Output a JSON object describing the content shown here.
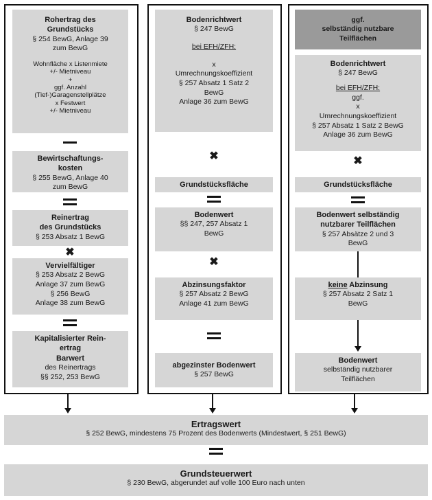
{
  "col1": {
    "rohertrag": {
      "title": [
        "Rohertrag des",
        "Grundstücks"
      ],
      "ref": [
        "§ 254 BewG, Anlage 39",
        "zum BewG"
      ],
      "formula": [
        "Wohnfläche x Listenmiete",
        "+/- Mietniveau",
        "+",
        "ggf. Anzahl",
        "(Tief-)Garagenstellplätze",
        "x Festwert",
        "+/- Mietniveau"
      ]
    },
    "minus_operator": "–",
    "bewirtschaftung": {
      "title": [
        "Bewirtschaftungs-",
        "kosten"
      ],
      "ref": [
        "§ 255 BewG, Anlage 40",
        "zum BewG"
      ]
    },
    "reinertrag": {
      "title": [
        "Reinertrag",
        "des Grundstücks"
      ],
      "ref": [
        "§ 253 Absatz 1 BewG"
      ]
    },
    "times_operator": "✖",
    "vervielfaeltiger": {
      "title": [
        "Vervielfältiger"
      ],
      "ref": [
        "§ 253 Absatz 2 BewG",
        "Anlage 37 zum BewG",
        "§ 256 BewG",
        "Anlage 38 zum BewG"
      ]
    },
    "kapitalisiert": {
      "title": [
        "Kapitalisierter Rein-",
        "ertrag",
        "Barwert",
        "des Reinertrags"
      ],
      "ref": [
        "§§ 252, 253 BewG"
      ]
    }
  },
  "col2": {
    "bodenrichtwert": {
      "title": [
        "Bodenrichtwert"
      ],
      "ref": [
        "§ 247 BewG"
      ],
      "efh": "bei EFH/ZFH:",
      "formula": [
        "x",
        "Umrechnungskoeffizient",
        "§ 257 Absatz 1 Satz 2",
        "BewG",
        "Anlage 36 zum BewG"
      ]
    },
    "times_operator": "✖",
    "grundstuecksflaeche": "Grundstücksfläche",
    "bodenwert": {
      "title": [
        "Bodenwert"
      ],
      "ref": [
        "§§ 247, 257 Absatz 1",
        "BewG"
      ]
    },
    "abzinsung": {
      "title": [
        "Abzinsungsfaktor"
      ],
      "ref": [
        "§ 257 Absatz 2 BewG",
        "Anlage 41 zum BewG"
      ]
    },
    "abgezinst": {
      "title": [
        "abgezinster Bodenwert"
      ],
      "ref": [
        "§ 257 BewG"
      ]
    }
  },
  "col3": {
    "header": [
      "ggf.",
      "selbständig nutzbare",
      "Teilflächen"
    ],
    "bodenrichtwert": {
      "title": [
        "Bodenrichtwert"
      ],
      "ref": [
        "§ 247 BewG"
      ],
      "efh": "bei EFH/ZFH:",
      "formula": [
        "ggf.",
        "x",
        "Umrechnungskoeffizient",
        "§ 257 Absatz 1 Satz 2 BewG",
        "Anlage 36 zum BewG"
      ]
    },
    "times_operator": "✖",
    "grundstuecksflaeche": "Grundstücksfläche",
    "bodenwert_teil": {
      "title": [
        "Bodenwert selbständig",
        "nutzbarer Teilflächen"
      ],
      "ref": [
        "§ 257 Absätze 2 und 3",
        "BewG"
      ]
    },
    "keine_abzinsung": {
      "keine": "keine",
      "rest": " Abzinsung",
      "ref": [
        "§ 257 Absatz 2 Satz 1",
        "BewG"
      ]
    },
    "bodenwert_final": {
      "title": [
        "Bodenwert"
      ],
      "ref": [
        "selbständig nutzbarer",
        "Teilflächen"
      ]
    }
  },
  "ertragswert": {
    "title": "Ertragswert",
    "sub": "§ 252 BewG, mindestens 75 Prozent des Bodenwerts (Mindestwert, § 251 BewG)"
  },
  "grundsteuerwert": {
    "title": "Grundsteuerwert",
    "sub": "§ 230 BewG, abgerundet auf volle 100 Euro nach unten"
  }
}
